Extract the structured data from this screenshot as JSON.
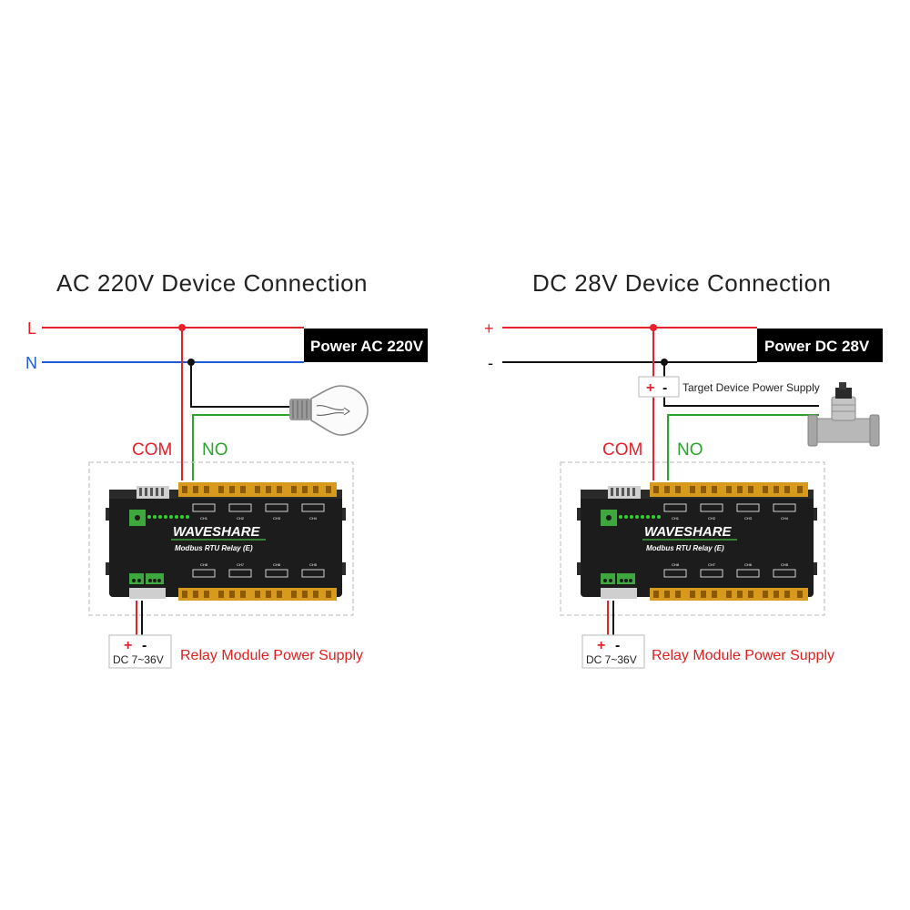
{
  "left": {
    "title": "AC 220V Device Connection",
    "rail_top": "L",
    "rail_bottom": "N",
    "power_label": "Power AC 220V",
    "com_label": "COM",
    "no_label": "NO",
    "supply_plus": "+",
    "supply_minus": "-",
    "supply_voltage": "DC 7~36V",
    "supply_label": "Relay Module Power Supply",
    "device": "light-bulb"
  },
  "right": {
    "title": "DC 28V Device Connection",
    "rail_top": "+",
    "rail_bottom": "-",
    "power_label": "Power DC 28V",
    "com_label": "COM",
    "no_label": "NO",
    "target_plus": "+",
    "target_minus": "-",
    "target_label": "Target Device Power Supply",
    "supply_plus": "+",
    "supply_minus": "-",
    "supply_voltage": "DC 7~36V",
    "supply_label": "Relay Module Power Supply",
    "device": "solenoid-valve"
  },
  "module": {
    "brand": "WAVESHARE",
    "model": "Modbus RTU Relay (E)"
  },
  "colors": {
    "live": "#e8202a",
    "neutral": "#1f5bd6",
    "ground": "#111111",
    "no_wire": "#2aa52a",
    "module_body": "#1c1c1c",
    "terminal": "#d79a1c",
    "connector": "#3ea83e"
  }
}
